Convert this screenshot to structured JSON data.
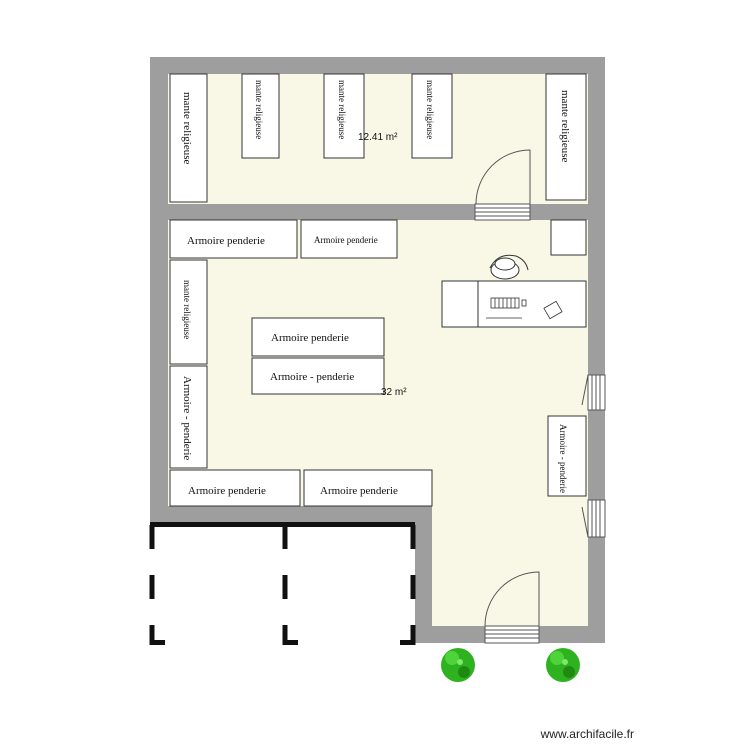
{
  "rooms": {
    "top_area": "12.41 m²",
    "main_area": "32 m²"
  },
  "furniture": {
    "mante_label": "mante religieuse",
    "mante_label_short": "mante religieuse",
    "mante_label_right": "mante religieuse",
    "armoire_label": "Armoire    penderie",
    "armoire_label_tight": "Armoire   penderie",
    "armoire_label_dash": "Armoire - penderie",
    "armoire_label_vertical": "Armoire - penderie",
    "armoire_label_right": "Armoire - penderie"
  },
  "watermark": "www.archifacile.fr",
  "colors": {
    "wall": "#9e9e9e",
    "floor": "#f9f8e6",
    "plant": "#2fb21f",
    "line": "#222222"
  }
}
